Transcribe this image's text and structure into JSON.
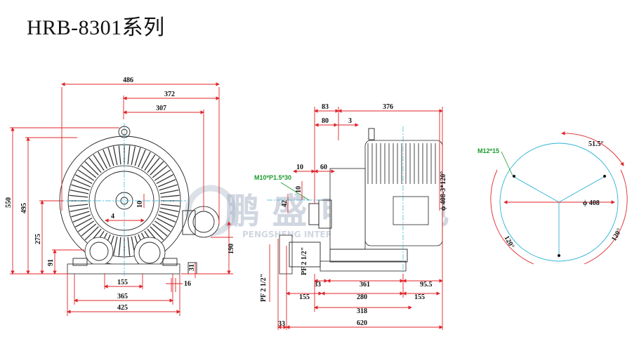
{
  "title": "HRB-8301系列",
  "watermark": {
    "cn": "鹏 盛 电 机 电",
    "en": "PENGSHENG INTERNATIONAL EQUIPMENT"
  },
  "front": {
    "top": [
      "486",
      "372",
      "307"
    ],
    "left": [
      "550",
      "495",
      "275",
      "91"
    ],
    "right": [
      "190",
      "31",
      "16"
    ],
    "inner": [
      "4",
      "10"
    ],
    "bottom": [
      "155",
      "365",
      "425"
    ]
  },
  "side": {
    "top": [
      "83",
      "376",
      "80",
      "3",
      "10",
      "60"
    ],
    "thread_label": "M10*P1.5*30",
    "small": [
      "10",
      "42"
    ],
    "flange_dia": "ϕ 408-3*120°",
    "pipe1": "PF 2 1/2\"",
    "pipe2": "PF 2 1/2\"",
    "bottom1": [
      "33",
      "361",
      "95.5"
    ],
    "bottom2": [
      "155",
      "280",
      "155"
    ],
    "bottom3": [
      "318"
    ],
    "bottom4": [
      "33",
      "620"
    ]
  },
  "flange": {
    "bolt_label": "M12*15",
    "angle_top": "51.5°",
    "dia": "ϕ 408",
    "angle_left": "120°",
    "angle_right": "120°"
  }
}
